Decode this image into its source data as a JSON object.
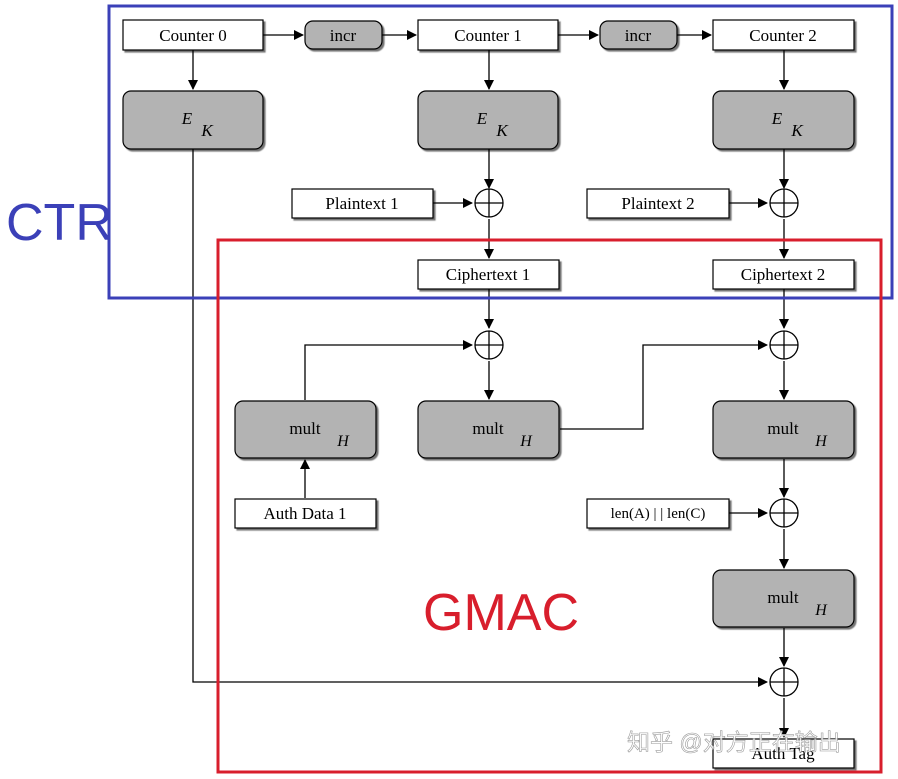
{
  "regions": {
    "ctr_label": "CTR",
    "gmac_label": "GMAC"
  },
  "counters": [
    "Counter 0",
    "Counter 1",
    "Counter 2"
  ],
  "incr_label": "incr",
  "encrypt": {
    "main": "E",
    "sub": "K"
  },
  "mult": {
    "main": "mult",
    "sub": "H"
  },
  "plaintexts": [
    "Plaintext 1",
    "Plaintext 2"
  ],
  "ciphertexts": [
    "Ciphertext 1",
    "Ciphertext 2"
  ],
  "auth_data": "Auth Data 1",
  "len_field": "len(A) | | len(C)",
  "auth_tag": "Auth Tag",
  "watermark": "知乎 @对方正在输出",
  "colors": {
    "ctr_border": "#3b40b8",
    "gmac_border": "#d81e2c",
    "block_fill": "#b3b3b3",
    "line": "#000000"
  }
}
